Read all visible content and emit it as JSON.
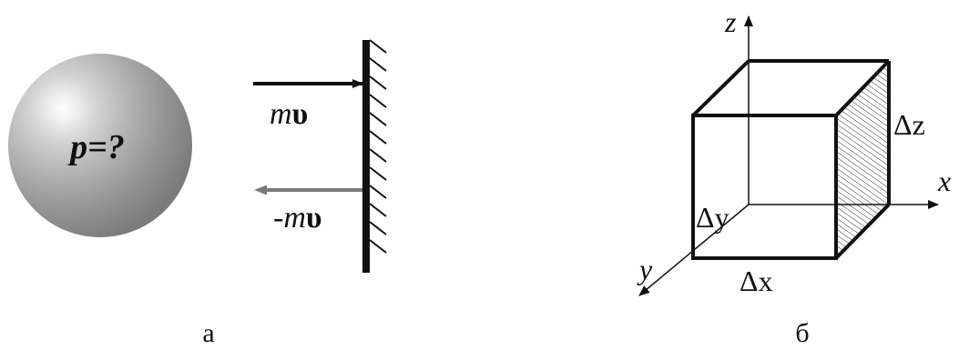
{
  "panel_a": {
    "sphere_label": "p=?",
    "incoming_label_m": "m",
    "incoming_label_v": "υ",
    "outgoing_label_prefix": "-",
    "outgoing_label_m": "m",
    "outgoing_label_v": "υ",
    "caption": "а"
  },
  "panel_b": {
    "axis_x": "x",
    "axis_y": "y",
    "axis_z": "z",
    "delta_x": "Δx",
    "delta_y": "Δy",
    "delta_z": "Δz",
    "caption": "б"
  },
  "colors": {
    "ink": "#111111",
    "outgoing_arrow": "#7a7a7a",
    "sphere_highlight": "#ffffff",
    "sphere_edge": "#7d7d7d"
  }
}
